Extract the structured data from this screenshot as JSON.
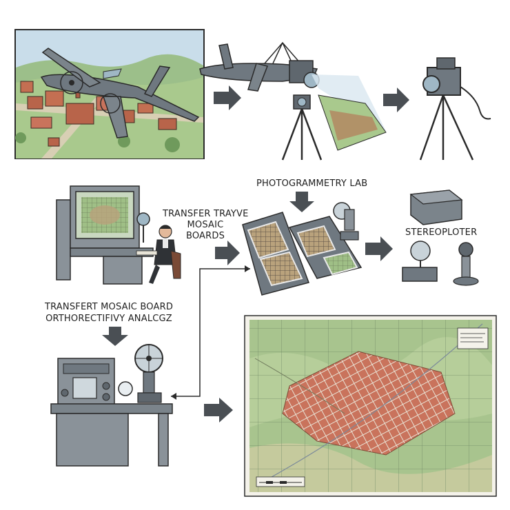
{
  "labels": {
    "photogrammetry_lab": "PHOTOGRAMMETRY LAB",
    "transfer_line1": "TRANSFER TRAYVE",
    "transfer_line2": "MOSAIC",
    "transfer_line3": "BOARDS",
    "stereoplotter": "STEREOPLOTER",
    "bottom_line1": "TRANSFERT MOSAIC BOARD",
    "bottom_line2": "ORTHORECTIFIVY ANALCGZ"
  },
  "colors": {
    "sky": "#c9ddea",
    "hills": "#8fb27e",
    "fields": "#a9c98d",
    "roofs": "#b8644a",
    "aircraft": "#6f7880",
    "equipment": "#8a9299",
    "arrow": "#4a4f54",
    "map_green": "#a8c48e",
    "map_city": "#b76b55"
  },
  "icons": [
    "aircraft-icon",
    "camera-icon",
    "tripod-icon",
    "computer-station-icon",
    "operator-icon",
    "mosaic-board-icon",
    "stereoplotter-icon",
    "control-console-icon",
    "reel-icon",
    "map-icon",
    "arrow-icon"
  ]
}
